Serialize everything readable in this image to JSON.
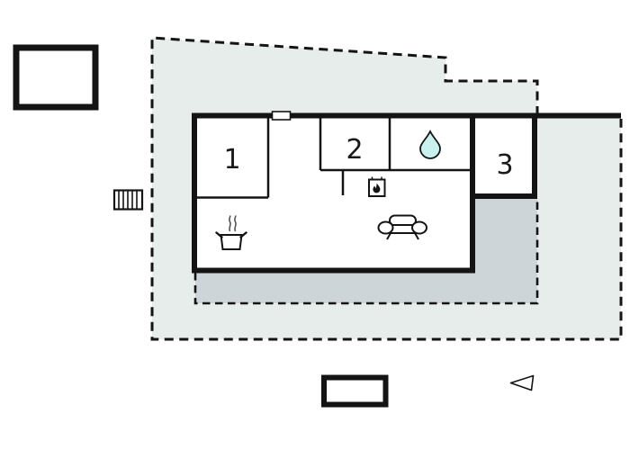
{
  "document": {
    "type": "floor-plan",
    "description": "Holiday home floor plan with plot boundary, terrace and outbuildings"
  },
  "colors": {
    "background": "#ffffff",
    "plot_fill": "#e7edeb",
    "terrace_fill": "#cdd5d8",
    "line": "#141414",
    "water_drop_fill": "#c9f1ef",
    "steam": "#555555"
  },
  "rooms": [
    {
      "label": "1"
    },
    {
      "label": "2"
    },
    {
      "label": "3"
    }
  ],
  "icons": [
    {
      "name": "water-drop-icon",
      "meaning": "bathroom / water"
    },
    {
      "name": "fireplace-icon",
      "meaning": "wood stove / fireplace"
    },
    {
      "name": "sofa-icon",
      "meaning": "living room seating"
    },
    {
      "name": "cooking-pot-icon",
      "meaning": "kitchen / cooking"
    },
    {
      "name": "window-icon",
      "meaning": "window opening in wall"
    },
    {
      "name": "steps-icon",
      "meaning": "entrance steps"
    },
    {
      "name": "north-arrow-icon",
      "meaning": "orientation arrow"
    }
  ],
  "areas": [
    {
      "name": "plot-boundary",
      "style": "dashed outline"
    },
    {
      "name": "terrace",
      "style": "dashed outline, shaded"
    },
    {
      "name": "house",
      "style": "thick walls, white interior"
    },
    {
      "name": "garage-outbuilding",
      "style": "thick outline rectangle"
    },
    {
      "name": "shed-outbuilding",
      "style": "thick outline rectangle"
    }
  ]
}
